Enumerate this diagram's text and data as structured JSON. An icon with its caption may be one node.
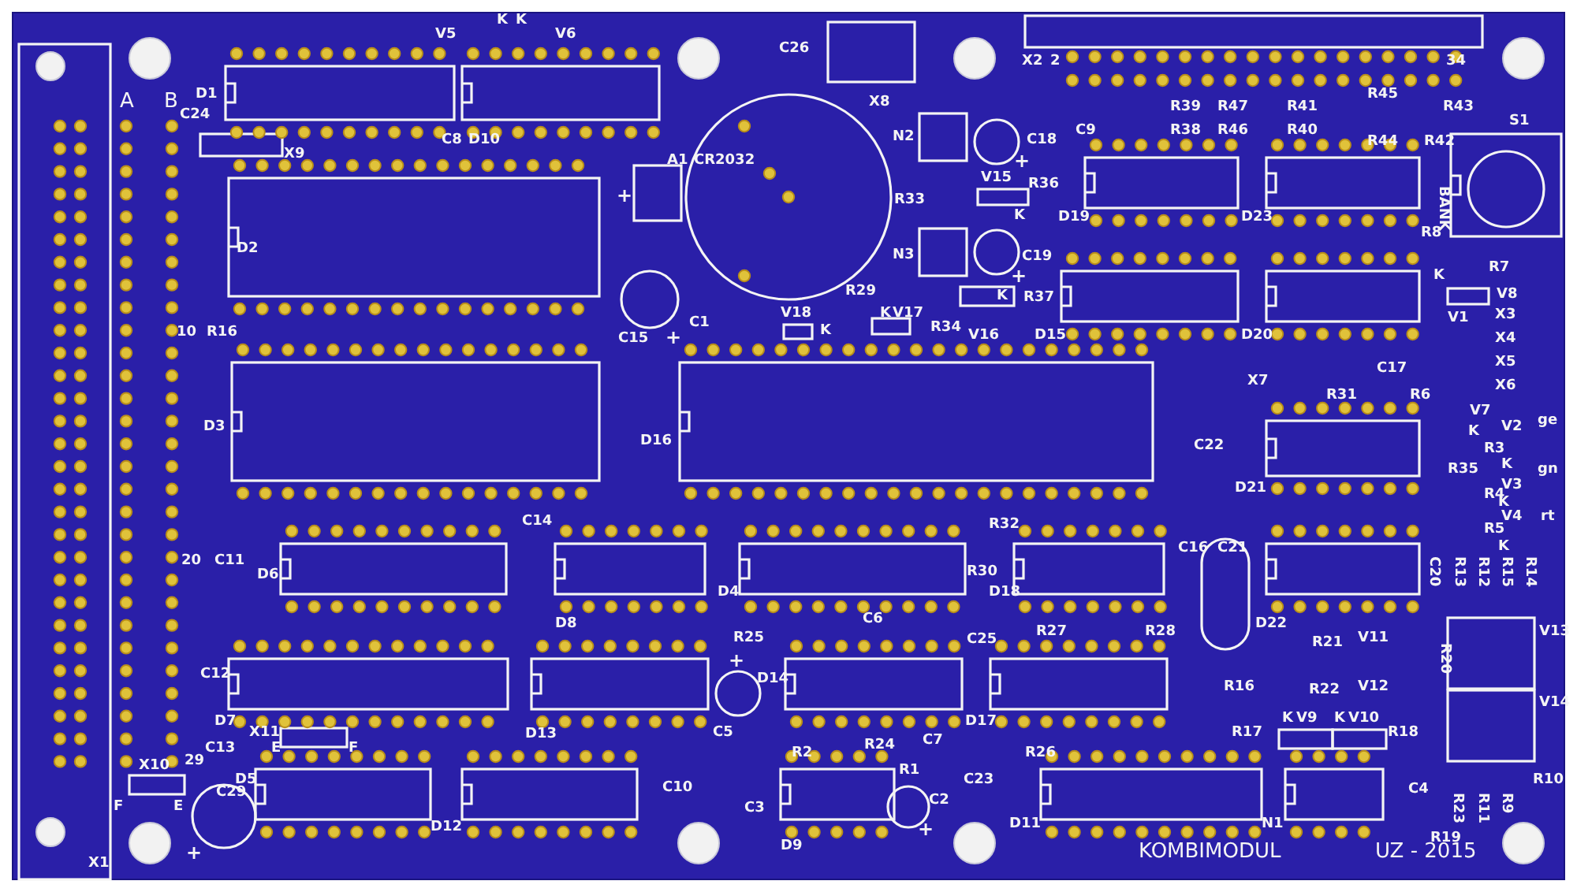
{
  "diagram": {
    "labels": [
      "K",
      "K",
      "V5",
      "V6",
      "C26",
      "X2",
      "2",
      "34",
      "D1",
      "C24",
      "A",
      "B",
      "C8",
      "D10",
      "X9",
      "X8",
      "R39",
      "R47",
      "R41",
      "R45",
      "R43",
      "C9",
      "R38",
      "R46",
      "R40",
      "R44",
      "R42",
      "S1",
      "N2",
      "C18",
      "A1",
      "CR2032",
      "+",
      "+",
      "R33",
      "V15",
      "R36",
      "K",
      "D2",
      "D19",
      "D23",
      "BANK",
      "R8",
      "N3",
      "C19",
      "+",
      "R29",
      "V18",
      "K",
      "K",
      "V17",
      "R34",
      "V16",
      "K",
      "R37",
      "D15",
      "R7",
      "K",
      "V8",
      "C1",
      "C15",
      "+",
      "10",
      "R16",
      "V1",
      "X3",
      "X4",
      "X5",
      "X6",
      "D20",
      "X7",
      "C17",
      "R31",
      "R6",
      "D3",
      "D16",
      "C22",
      "V7",
      "K",
      "V2",
      "ge",
      "R3",
      "K",
      "D21",
      "R35",
      "V3",
      "gn",
      "R4",
      "K",
      "V4",
      "rt",
      "R5",
      "K",
      "C14",
      "R32",
      "20",
      "C11",
      "D6",
      "C16",
      "C21",
      "C20",
      "R13",
      "R12",
      "R15",
      "R14",
      "R30",
      "D4",
      "D18",
      "D8",
      "C6",
      "C25",
      "R27",
      "R28",
      "D22",
      "R25",
      "D14",
      "+",
      "R21",
      "V11",
      "R20",
      "V13",
      "C12",
      "R22",
      "V12",
      "V14",
      "R16",
      "D7",
      "X11",
      "D13",
      "C5",
      "D17",
      "E",
      "F",
      "R2",
      "R24",
      "C7",
      "R26",
      "R17",
      "K",
      "V9",
      "K",
      "V10",
      "R18",
      "C13",
      "29",
      "X10",
      "F",
      "E",
      "D5",
      "C29",
      "R1",
      "C2",
      "+",
      "C23",
      "C10",
      "C3",
      "D12",
      "D11",
      "N1",
      "C4",
      "R23",
      "R11",
      "R9",
      "R10",
      "D9",
      "R19",
      "+",
      "X1",
      "KOMBIMODUL",
      "UZ - 2015"
    ]
  }
}
